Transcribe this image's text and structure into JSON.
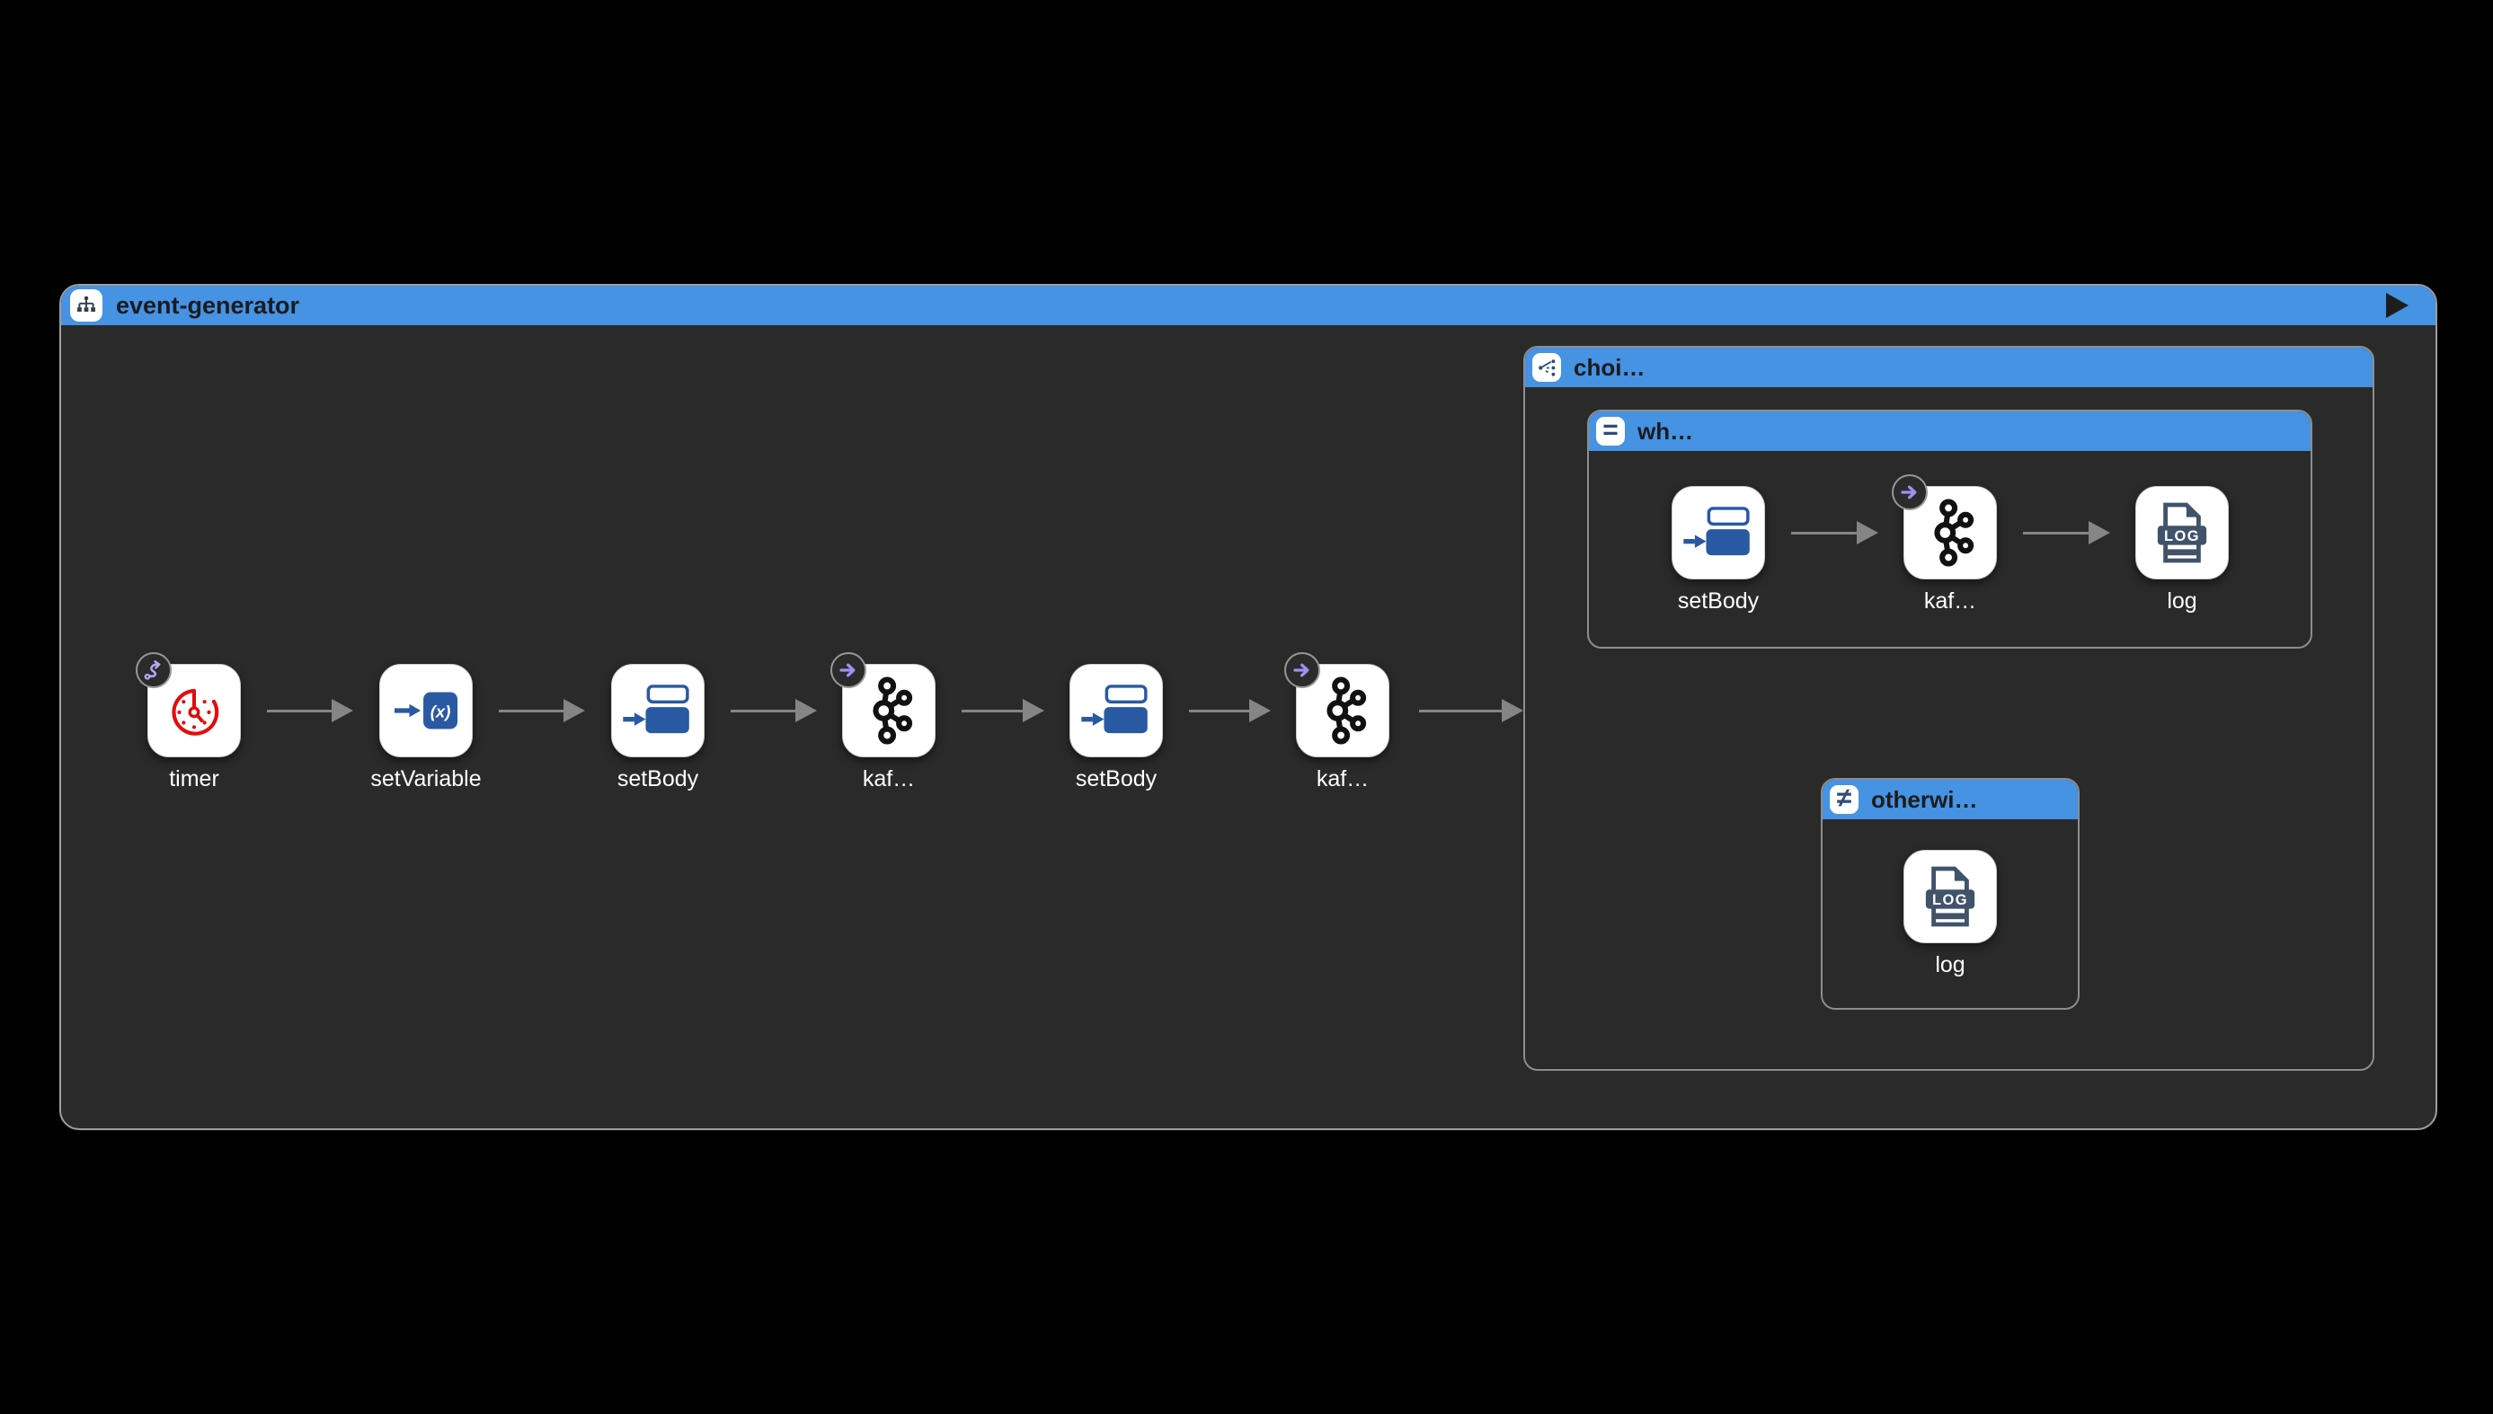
{
  "route": {
    "title": "event-generator"
  },
  "main_nodes": [
    {
      "label": "timer",
      "type": "timer"
    },
    {
      "label": "setVariable",
      "type": "setVariable"
    },
    {
      "label": "setBody",
      "type": "setBody"
    },
    {
      "label": "kaf…",
      "type": "kafka"
    },
    {
      "label": "setBody",
      "type": "setBody"
    },
    {
      "label": "kaf…",
      "type": "kafka"
    }
  ],
  "choice": {
    "title": "choi…",
    "when": {
      "title": "wh…",
      "nodes": [
        {
          "label": "setBody",
          "type": "setBody"
        },
        {
          "label": "kaf…",
          "type": "kafka"
        },
        {
          "label": "log",
          "type": "log"
        }
      ]
    },
    "otherwise": {
      "title": "otherwi…",
      "nodes": [
        {
          "label": "log",
          "type": "log"
        }
      ]
    }
  },
  "icons": {
    "equals": "=",
    "not_equals": "≠"
  },
  "colors": {
    "header_blue": "#4692e3",
    "canvas_black": "#000000",
    "container_gray": "#2a2a2b",
    "node_white": "#ffffff",
    "camel_blue": "#2959a3",
    "log_navy": "#40536b",
    "eip_navy": "#2f4c77",
    "timer_red": "#e20d0d",
    "badge_purple": "#a18ff2",
    "arrow_gray": "#858585"
  }
}
